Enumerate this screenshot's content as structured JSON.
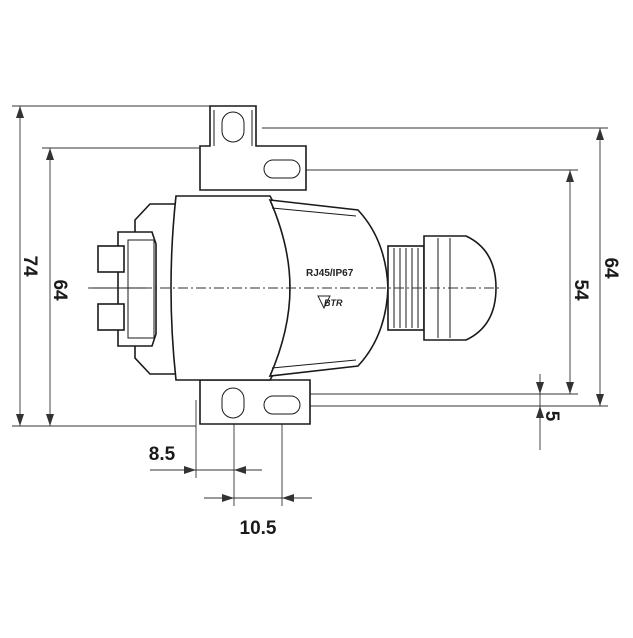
{
  "dimensions": {
    "overall_height": "74",
    "body_height": "64",
    "right_outer": "64",
    "right_inner": "54",
    "right_offset": "5",
    "hole_offset": "8.5",
    "hole_spacing": "10.5"
  },
  "labels": {
    "connector": "RJ45/IP67",
    "brand": "BTR"
  }
}
